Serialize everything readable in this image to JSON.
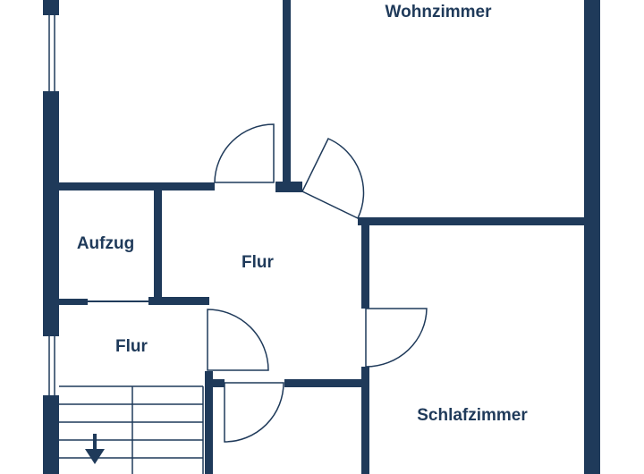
{
  "plan": {
    "wall_color": "#1f3a5a",
    "background": "#ffffff",
    "rooms": {
      "wohnzimmer": "Wohnzimmer",
      "aufzug": "Aufzug",
      "flur_upper": "Flur",
      "flur_lower": "Flur",
      "schlafzimmer": "Schlafzimmer"
    }
  }
}
